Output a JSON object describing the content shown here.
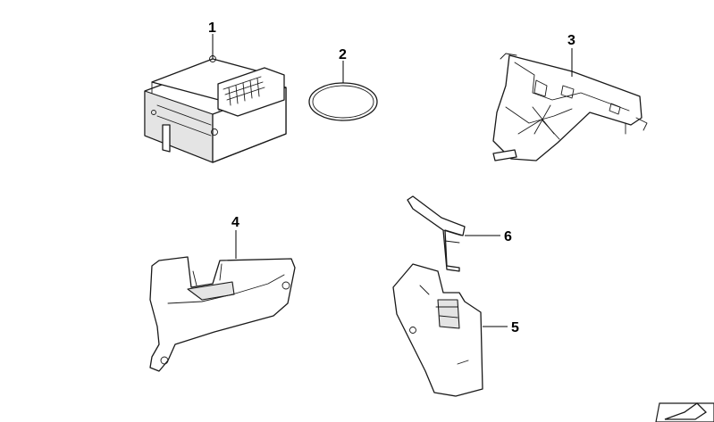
{
  "diagram": {
    "callouts": [
      {
        "id": "1",
        "label": "1"
      },
      {
        "id": "2",
        "label": "2"
      },
      {
        "id": "3",
        "label": "3"
      },
      {
        "id": "4",
        "label": "4"
      },
      {
        "id": "5",
        "label": "5"
      },
      {
        "id": "6",
        "label": "6"
      }
    ],
    "colors": {
      "line": "#1a1a1a",
      "shade": "#e4e4e4",
      "background": "#ffffff"
    },
    "corner_icon": "catalog-arrow-icon"
  }
}
